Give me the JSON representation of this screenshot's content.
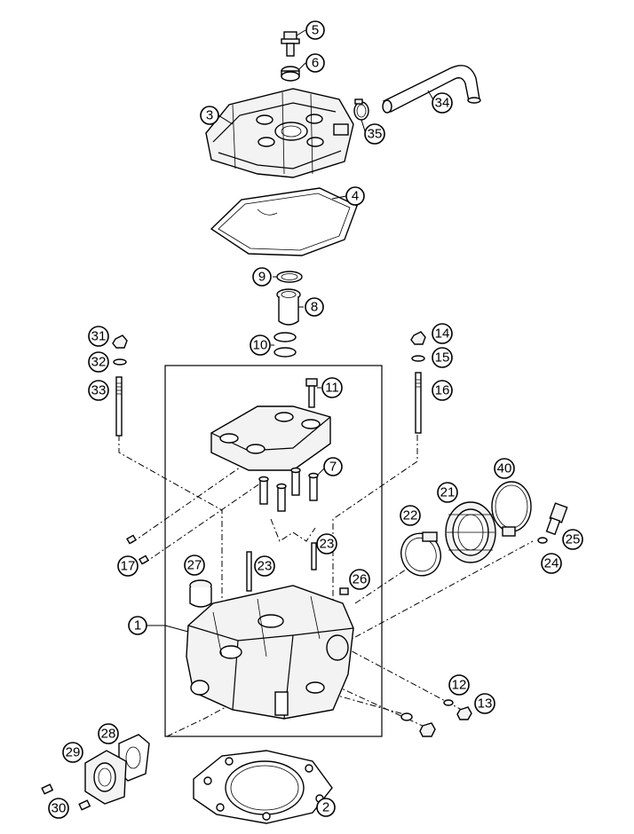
{
  "callouts": [
    {
      "id": "c1",
      "label": "1"
    },
    {
      "id": "c2",
      "label": "2"
    },
    {
      "id": "c3",
      "label": "3"
    },
    {
      "id": "c4",
      "label": "4"
    },
    {
      "id": "c5",
      "label": "5"
    },
    {
      "id": "c6",
      "label": "6"
    },
    {
      "id": "c7",
      "label": "7"
    },
    {
      "id": "c8",
      "label": "8"
    },
    {
      "id": "c9",
      "label": "9"
    },
    {
      "id": "c10",
      "label": "10"
    },
    {
      "id": "c11",
      "label": "11"
    },
    {
      "id": "c12",
      "label": "12"
    },
    {
      "id": "c13",
      "label": "13"
    },
    {
      "id": "c14",
      "label": "14"
    },
    {
      "id": "c15",
      "label": "15"
    },
    {
      "id": "c16",
      "label": "16"
    },
    {
      "id": "c17",
      "label": "17"
    },
    {
      "id": "c21",
      "label": "21"
    },
    {
      "id": "c22",
      "label": "22"
    },
    {
      "id": "c23a",
      "label": "23"
    },
    {
      "id": "c23b",
      "label": "23"
    },
    {
      "id": "c24",
      "label": "24"
    },
    {
      "id": "c25",
      "label": "25"
    },
    {
      "id": "c26",
      "label": "26"
    },
    {
      "id": "c27",
      "label": "27"
    },
    {
      "id": "c28",
      "label": "28"
    },
    {
      "id": "c29",
      "label": "29"
    },
    {
      "id": "c30",
      "label": "30"
    },
    {
      "id": "c31",
      "label": "31"
    },
    {
      "id": "c32",
      "label": "32"
    },
    {
      "id": "c33",
      "label": "33"
    },
    {
      "id": "c34",
      "label": "34"
    },
    {
      "id": "c35",
      "label": "35"
    },
    {
      "id": "c40",
      "label": "40"
    }
  ]
}
